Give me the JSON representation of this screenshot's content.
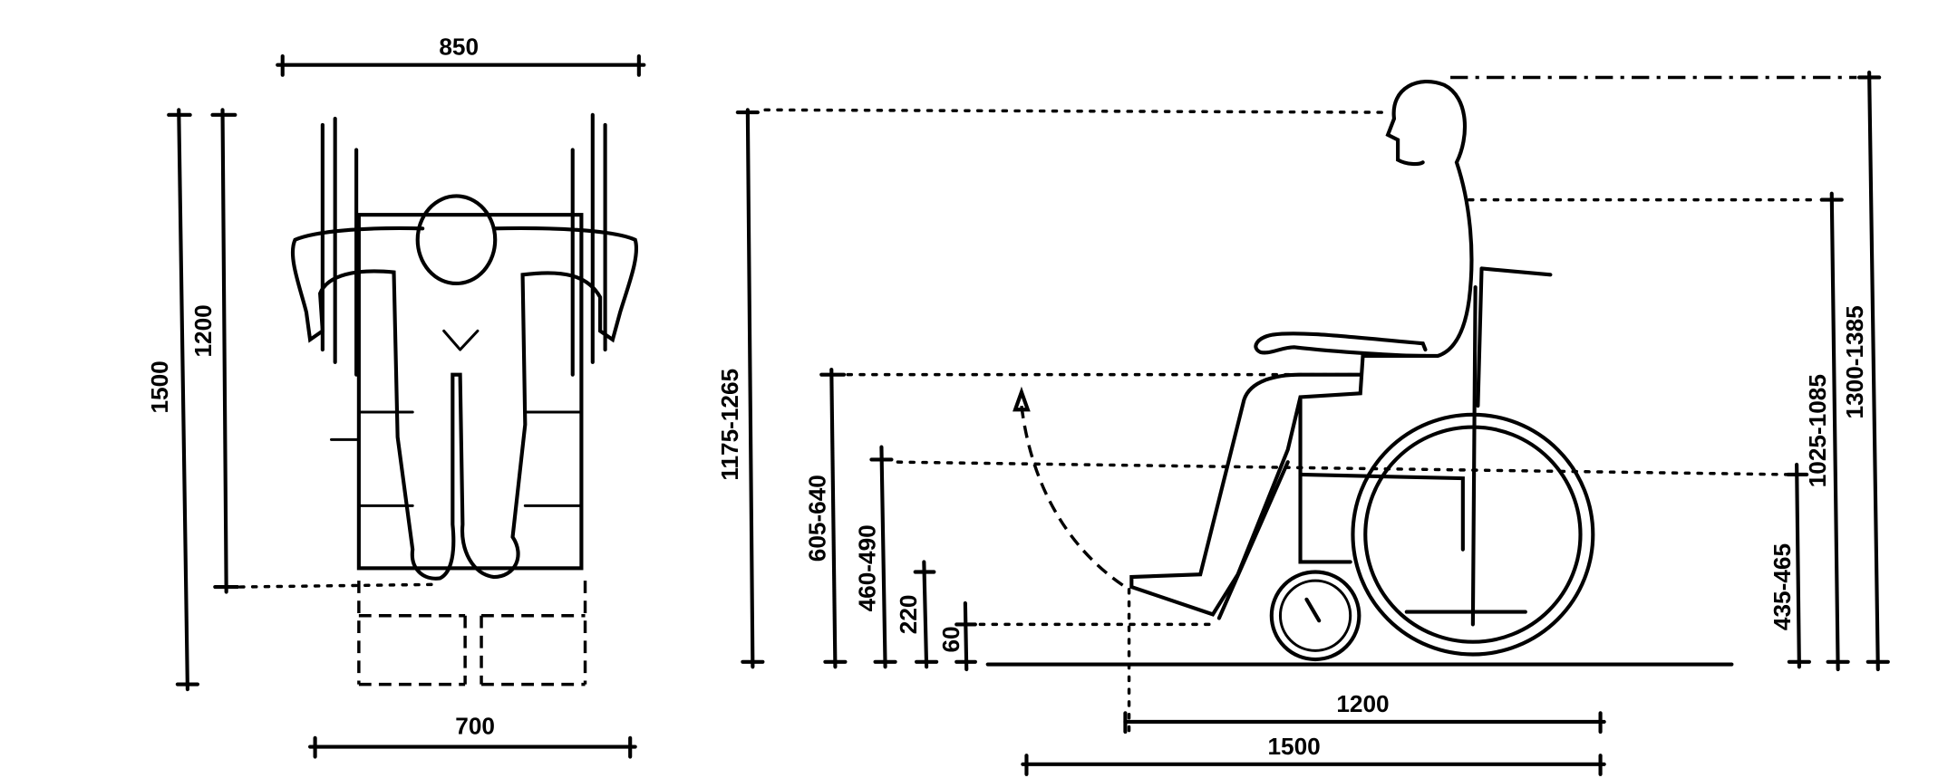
{
  "front_view": {
    "width_top": "850",
    "width_bottom": "700",
    "length_total": "1500",
    "length_seat": "1200"
  },
  "side_view": {
    "eye_height": "1175-1265",
    "elbow_height": "605-640",
    "seat_height": "460-490",
    "footrest_clearance_a": "220",
    "footrest_clearance_b": "60",
    "depth_inner": "1200",
    "depth_outer": "1500",
    "knee_height": "435-465",
    "shoulder_height": "1025-1085",
    "head_height": "1300-1385"
  },
  "colors": {
    "ink": "#000000",
    "background": "#ffffff"
  }
}
